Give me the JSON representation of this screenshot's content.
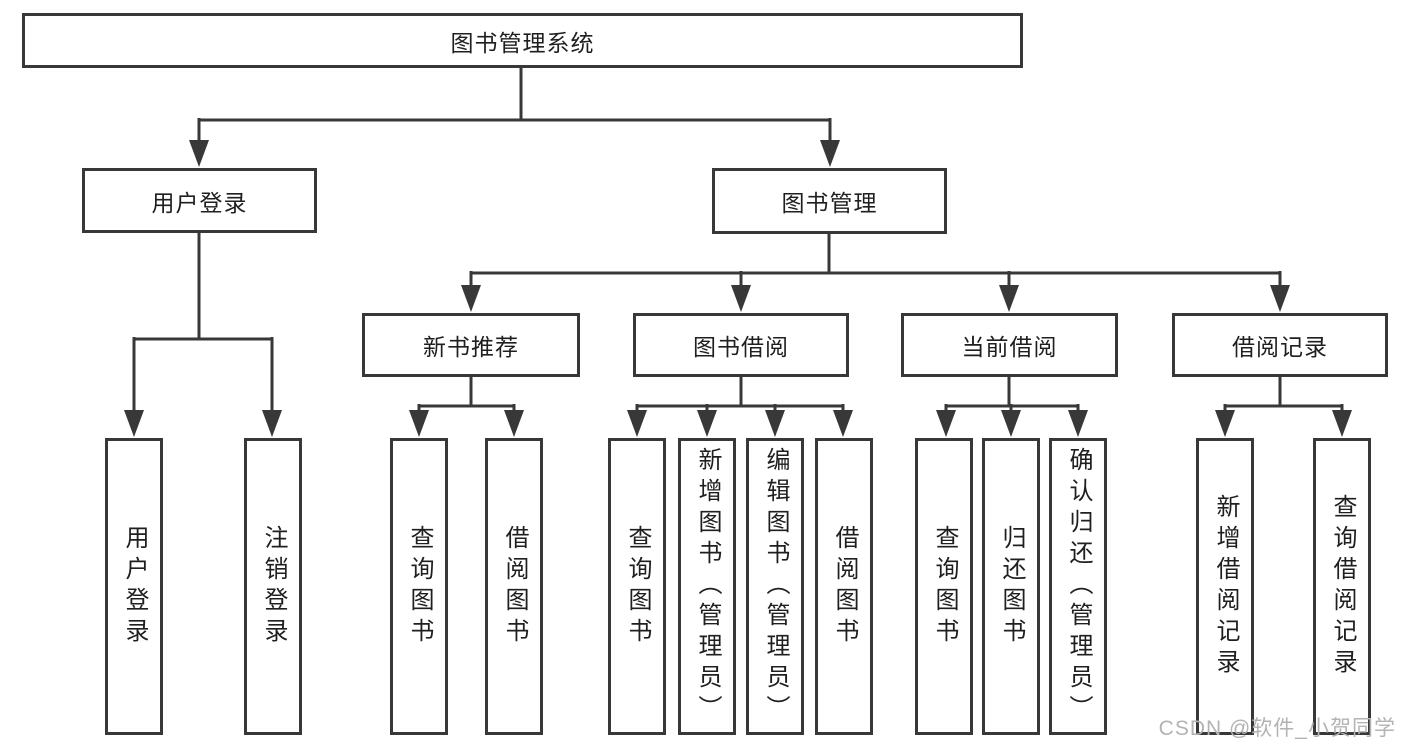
{
  "diagram_type": "hierarchy-tree",
  "tree": {
    "label": "图书管理系统",
    "children": [
      {
        "label": "用户登录",
        "children": [
          {
            "label": "用户登录"
          },
          {
            "label": "注销登录"
          }
        ]
      },
      {
        "label": "图书管理",
        "children": [
          {
            "label": "新书推荐",
            "children": [
              {
                "label": "查询图书"
              },
              {
                "label": "借阅图书"
              }
            ]
          },
          {
            "label": "图书借阅",
            "children": [
              {
                "label": "查询图书"
              },
              {
                "label": "新增图书（管理员）"
              },
              {
                "label": "编辑图书（管理员）"
              },
              {
                "label": "借阅图书"
              }
            ]
          },
          {
            "label": "当前借阅",
            "children": [
              {
                "label": "查询图书"
              },
              {
                "label": "归还图书"
              },
              {
                "label": "确认归还（管理员）"
              }
            ]
          },
          {
            "label": "借阅记录",
            "children": [
              {
                "label": "新增借阅记录"
              },
              {
                "label": "查询借阅记录"
              }
            ]
          }
        ]
      }
    ]
  },
  "watermark": "CSDN @软件_小贺同学",
  "colors": {
    "line": "#383838",
    "text": "#1f1f1f",
    "node_bg": "#ffffff",
    "watermark": "#b3b3b3",
    "background": "#ffffff"
  }
}
